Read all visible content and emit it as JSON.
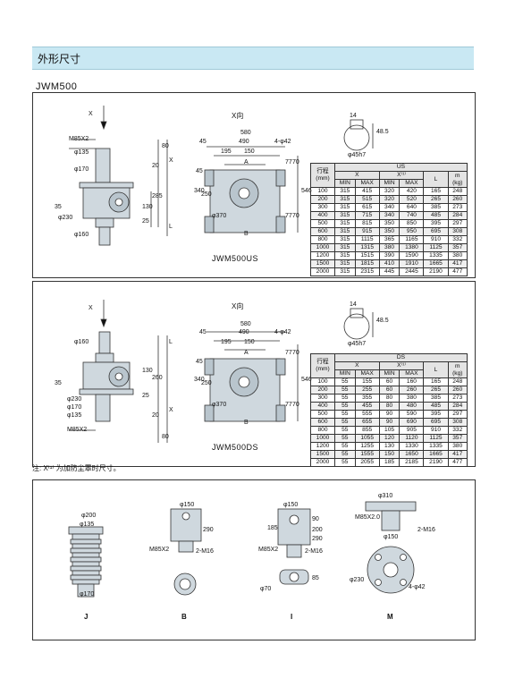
{
  "header": {
    "title": "外形尺寸"
  },
  "model_title": "JWM500",
  "colors": {
    "accent": "#c9e8f3",
    "line": "#333333",
    "body_fill": "#cfd8de"
  },
  "panel1": {
    "caption": "JWM500US",
    "x_arrow": "X",
    "view_label": "X向",
    "dims": {
      "m85x2": "M85X2",
      "d135": "φ135",
      "d170": "φ170",
      "d230": "φ230",
      "d160": "φ160",
      "d370": "φ370",
      "d45h7": "φ45h7",
      "v80": "80",
      "v20": "20",
      "v285": "285",
      "v130": "130",
      "v25": "25",
      "v35": "35",
      "xlab": "X",
      "llab": "L",
      "w580": "580",
      "w490": "490",
      "w45": "45",
      "w195": "195",
      "w150": "150",
      "holes": "4-φ42",
      "w70a": "70",
      "w77a": "77",
      "w70b": "70",
      "w77b": "77",
      "h45": "45",
      "h340": "340",
      "h250": "250",
      "h546": "546",
      "a_label": "A",
      "b_label": "B",
      "k14": "14",
      "k48": "48.5"
    },
    "table": {
      "col1_header": "行程",
      "col1_unit": "(mm)",
      "group_header": "US",
      "sub_x": "X",
      "sub_x1": "X⁽¹⁾",
      "min": "MIN",
      "max": "MAX",
      "col_l": "L",
      "col_m": "m",
      "col_m_unit": "(kg)",
      "rows": [
        [
          "100",
          "315",
          "415",
          "320",
          "420",
          "165",
          "248"
        ],
        [
          "200",
          "315",
          "515",
          "320",
          "520",
          "265",
          "260"
        ],
        [
          "300",
          "315",
          "615",
          "340",
          "640",
          "385",
          "273"
        ],
        [
          "400",
          "315",
          "715",
          "340",
          "740",
          "485",
          "284"
        ],
        [
          "500",
          "315",
          "815",
          "350",
          "850",
          "395",
          "297"
        ],
        [
          "600",
          "315",
          "915",
          "350",
          "950",
          "695",
          "308"
        ],
        [
          "800",
          "315",
          "1115",
          "365",
          "1165",
          "910",
          "332"
        ],
        [
          "1000",
          "315",
          "1315",
          "380",
          "1380",
          "1125",
          "357"
        ],
        [
          "1200",
          "315",
          "1515",
          "390",
          "1590",
          "1335",
          "380"
        ],
        [
          "1500",
          "315",
          "1815",
          "410",
          "1910",
          "1665",
          "417"
        ],
        [
          "2000",
          "315",
          "2315",
          "445",
          "2445",
          "2190",
          "477"
        ]
      ]
    }
  },
  "panel2": {
    "caption": "JWM500DS",
    "x_arrow": "X",
    "view_label": "X向",
    "dims": {
      "m85x2": "M85X2",
      "d160": "φ160",
      "d230": "φ230",
      "d170": "φ170",
      "d135": "φ135",
      "d370": "φ370",
      "d45h7": "φ45h7",
      "v35": "35",
      "v130": "130",
      "v260": "260",
      "v20": "20",
      "v25": "25",
      "v80": "80",
      "xlab": "X",
      "llab": "L",
      "w580": "580",
      "w490": "490",
      "w45": "45",
      "w195": "195",
      "w150": "150",
      "holes": "4-φ42",
      "w70a": "70",
      "w77a": "77",
      "w70b": "70",
      "w77b": "77",
      "h45": "45",
      "h340": "340",
      "h250": "250",
      "h546": "546",
      "a_label": "A",
      "b_label": "B",
      "k14": "14",
      "k48": "48.5"
    },
    "table": {
      "col1_header": "行程",
      "col1_unit": "(mm)",
      "group_header": "DS",
      "sub_x": "X",
      "sub_x1": "X⁽¹⁾",
      "min": "MIN",
      "max": "MAX",
      "col_l": "L",
      "col_m": "m",
      "col_m_unit": "(kg)",
      "rows": [
        [
          "100",
          "55",
          "155",
          "60",
          "160",
          "165",
          "248"
        ],
        [
          "200",
          "55",
          "255",
          "60",
          "260",
          "265",
          "260"
        ],
        [
          "300",
          "55",
          "355",
          "80",
          "380",
          "385",
          "273"
        ],
        [
          "400",
          "55",
          "455",
          "80",
          "480",
          "485",
          "284"
        ],
        [
          "500",
          "55",
          "555",
          "90",
          "590",
          "395",
          "297"
        ],
        [
          "600",
          "55",
          "655",
          "90",
          "690",
          "695",
          "308"
        ],
        [
          "800",
          "55",
          "855",
          "105",
          "905",
          "910",
          "332"
        ],
        [
          "1000",
          "55",
          "1055",
          "120",
          "1120",
          "1125",
          "357"
        ],
        [
          "1200",
          "55",
          "1255",
          "130",
          "1330",
          "1335",
          "380"
        ],
        [
          "1500",
          "55",
          "1555",
          "150",
          "1650",
          "1665",
          "417"
        ],
        [
          "2000",
          "55",
          "2055",
          "185",
          "2185",
          "2190",
          "477"
        ]
      ]
    }
  },
  "note": "注: X⁽¹⁾ 为加防尘罩时尺寸。",
  "accessories": {
    "J": {
      "label": "J",
      "d200": "φ200",
      "d135": "φ135",
      "d170": "φ170"
    },
    "B": {
      "label": "B",
      "d150": "φ150",
      "v290": "290",
      "m85": "M85X2",
      "m16": "2-M16"
    },
    "I": {
      "label": "I",
      "d150": "φ150",
      "v90": "90",
      "v185": "185",
      "v200": "200",
      "v290": "290",
      "m85": "M85X2",
      "m16": "2-M16",
      "d70": "φ70",
      "v85": "85"
    },
    "M": {
      "label": "M",
      "d310": "φ310",
      "m85": "M85X2.0",
      "m16": "2-M16",
      "d150": "φ150",
      "d230": "φ230",
      "holes": "4-φ42"
    }
  }
}
